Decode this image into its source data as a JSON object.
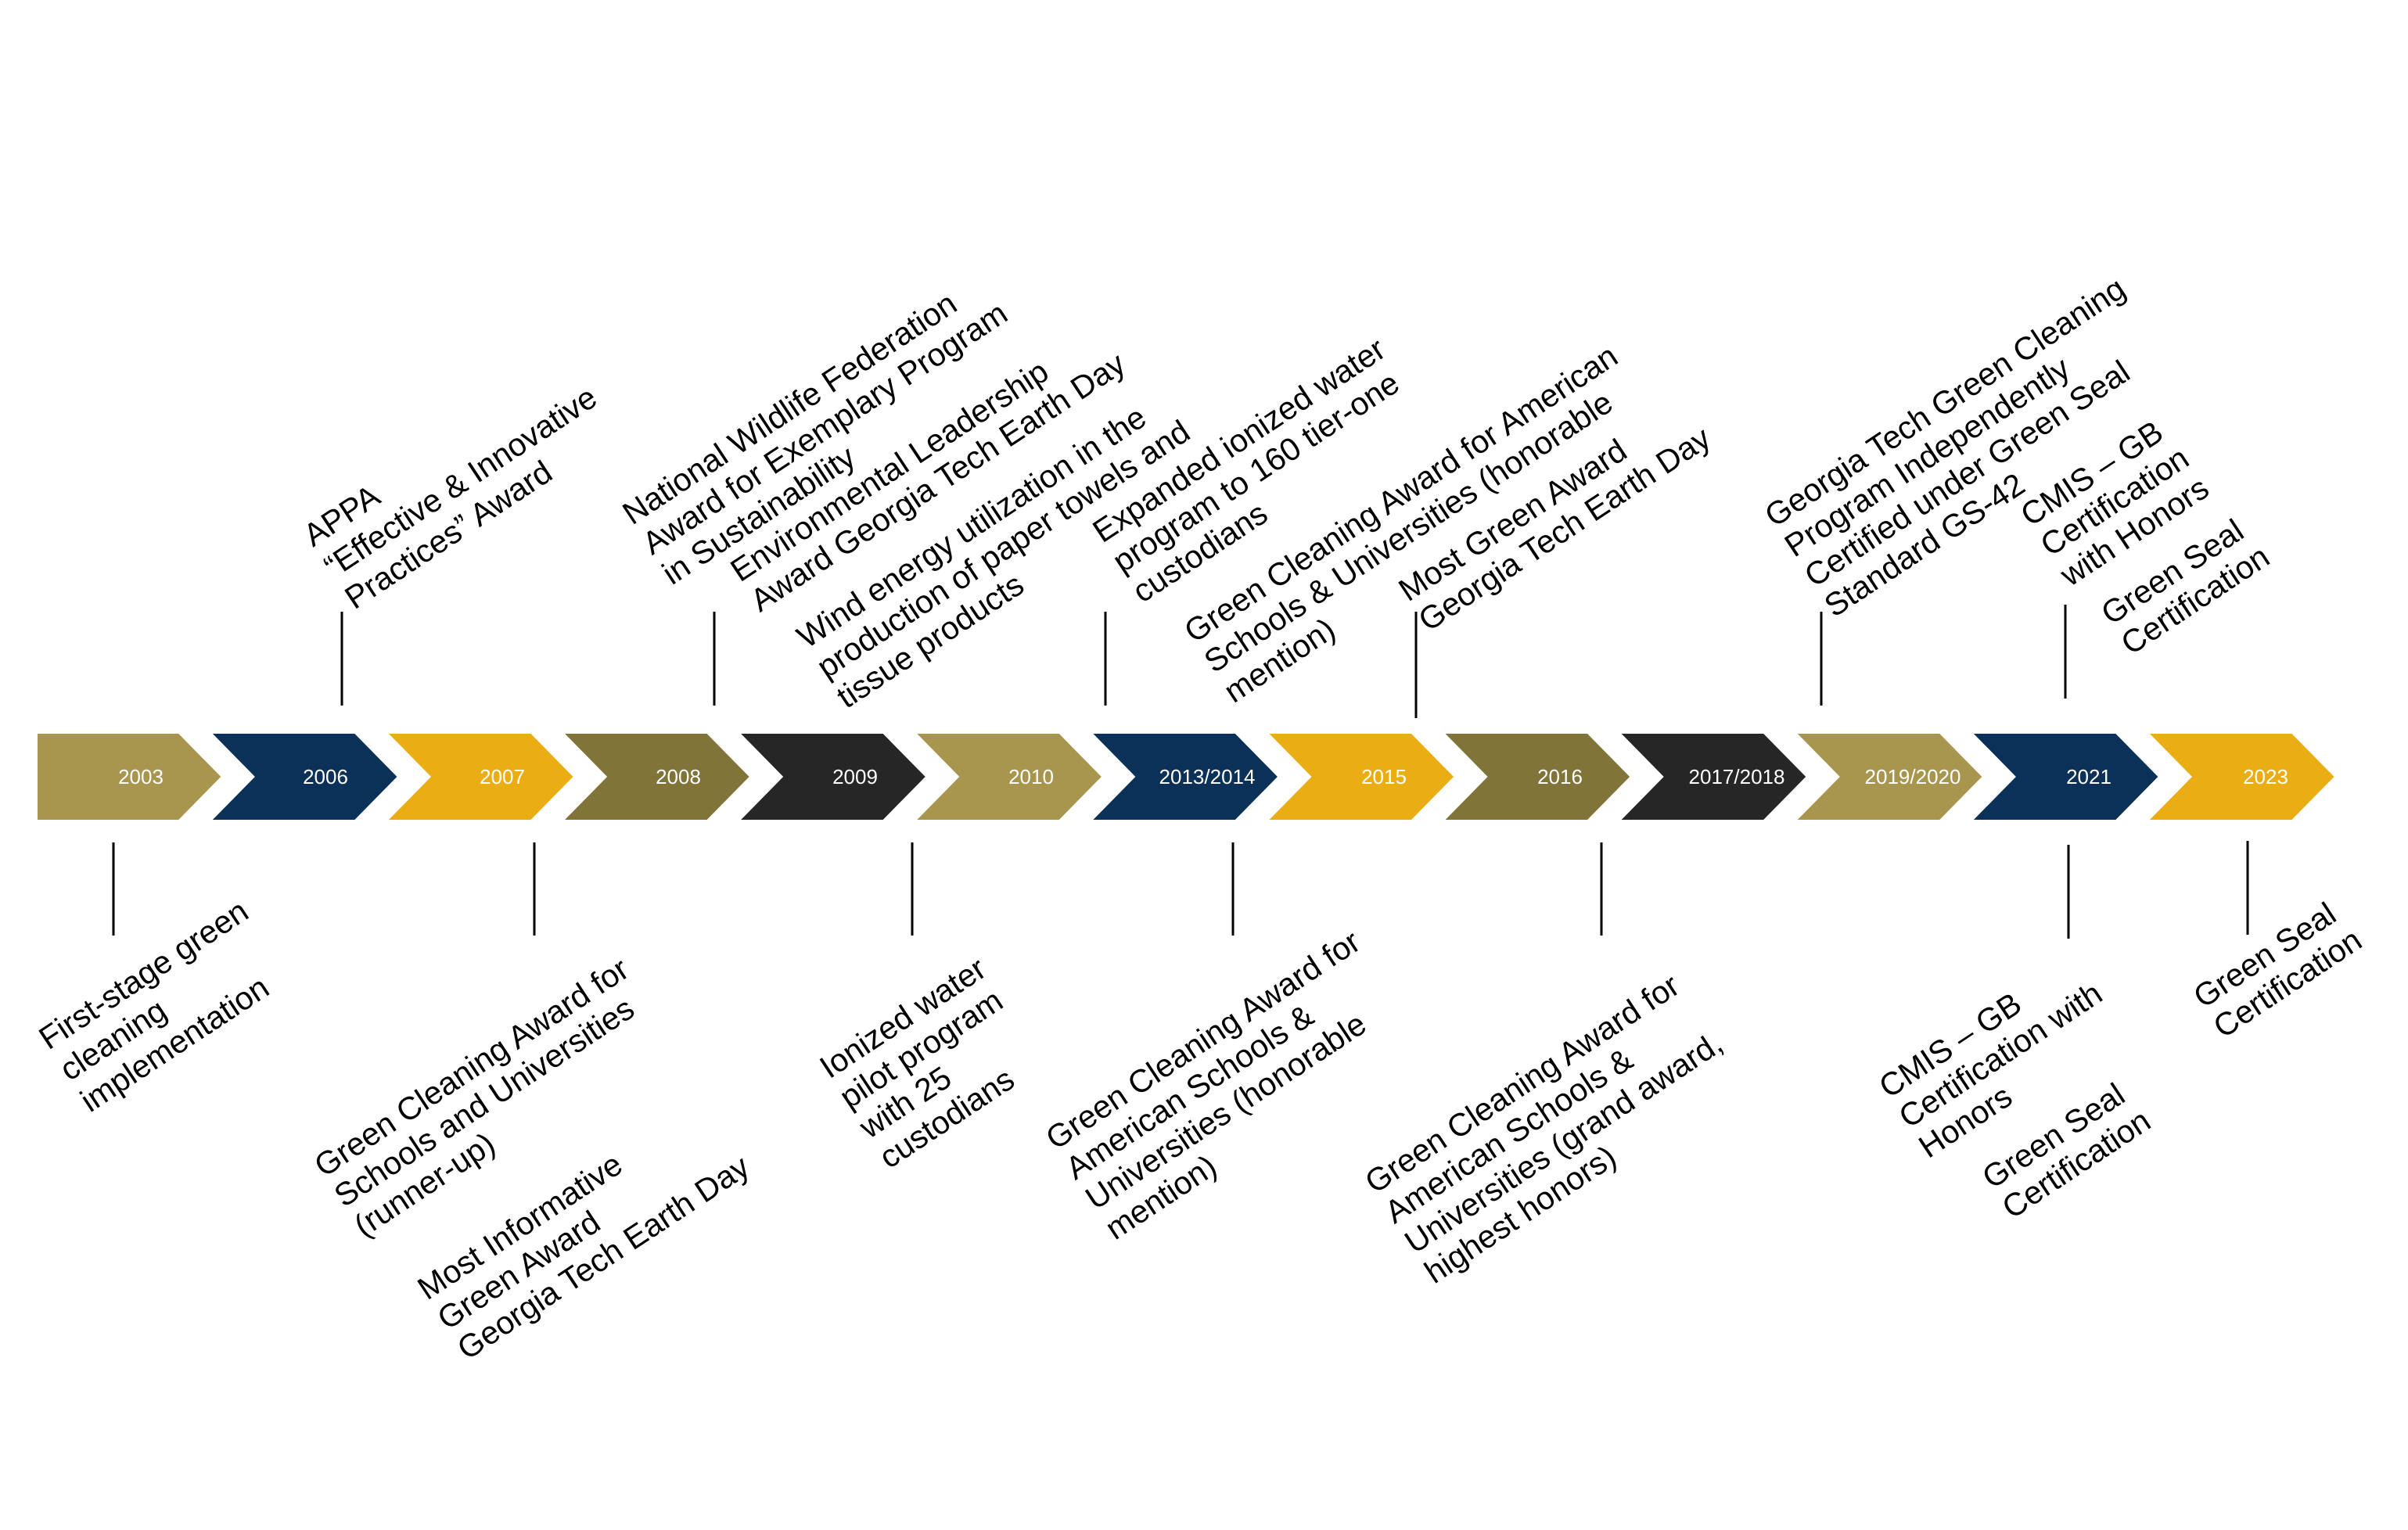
{
  "colors": {
    "gold": "#A8964E",
    "navy": "#0C3158",
    "yellow": "#EBAD14",
    "olive": "#817438",
    "charcoal": "#262626",
    "label_text": "#ffffff",
    "event_text": "#000000"
  },
  "milestones": [
    {
      "year": "2003",
      "color": "gold"
    },
    {
      "year": "2006",
      "color": "navy"
    },
    {
      "year": "2007",
      "color": "yellow"
    },
    {
      "year": "2008",
      "color": "olive"
    },
    {
      "year": "2009",
      "color": "charcoal"
    },
    {
      "year": "2010",
      "color": "gold"
    },
    {
      "year": "2013/2014",
      "color": "navy"
    },
    {
      "year": "2015",
      "color": "yellow"
    },
    {
      "year": "2016",
      "color": "olive"
    },
    {
      "year": "2017/2018",
      "color": "charcoal"
    },
    {
      "year": "2019/2020",
      "color": "gold"
    },
    {
      "year": "2021",
      "color": "navy"
    },
    {
      "year": "2023",
      "color": "yellow"
    }
  ],
  "events_above": [
    {
      "milestone": "2006",
      "lines": [
        "APPA",
        "“Effective & Innovative",
        "Practices” Award"
      ]
    },
    {
      "milestone": "2008",
      "lines": [
        "National Wildlife Federation",
        "Award for Exemplary Program",
        "in Sustainability"
      ]
    },
    {
      "milestone": "2008",
      "lines": [
        "Environmental Leadership",
        "Award Georgia Tech Earth Day"
      ]
    },
    {
      "milestone": "2008",
      "lines": [
        "Wind energy utilization in the",
        "production of paper towels and",
        "tissue products"
      ]
    },
    {
      "milestone": "2013/2014",
      "lines": [
        "Expanded ionized water",
        "program to 160 tier-one",
        "custodians"
      ]
    },
    {
      "milestone": "2013/2014",
      "lines": [
        "Green Cleaning Award for American",
        "Schools & Universities (honorable",
        "mention)"
      ]
    },
    {
      "milestone": "2015",
      "lines": [
        "Most Green Award",
        "Georgia Tech Earth Day"
      ]
    },
    {
      "milestone": "2019/2020",
      "lines": [
        "Georgia Tech Green Cleaning",
        "Program Independently",
        "Certified under Green Seal",
        "Standard GS-42"
      ]
    },
    {
      "milestone": "2021",
      "lines": [
        "CMIS – GB",
        "Certification",
        "with Honors"
      ]
    },
    {
      "milestone": "2021",
      "lines": [
        "Green Seal",
        "Certification"
      ]
    }
  ],
  "events_below": [
    {
      "milestone": "2003",
      "lines": [
        "First-stage green",
        "cleaning",
        "implementation"
      ]
    },
    {
      "milestone": "2007",
      "lines": [
        "Green Cleaning Award for",
        "Schools and Universities",
        "(runner-up)"
      ]
    },
    {
      "milestone": "2007",
      "lines": [
        "Most Informative",
        "Green Award",
        "Georgia Tech Earth Day"
      ]
    },
    {
      "milestone": "2010",
      "lines": [
        "Ionized water",
        "pilot program",
        "with 25",
        "custodians"
      ]
    },
    {
      "milestone": "2013/2014",
      "lines": [
        "Green Cleaning Award for",
        "American Schools &",
        "Universities (honorable",
        "mention)"
      ]
    },
    {
      "milestone": "2016",
      "lines": [
        "Green Cleaning Award for",
        "American Schools &",
        "Universities (grand award,",
        "highest honors)"
      ]
    },
    {
      "milestone": "2021",
      "lines": [
        "CMIS – GB",
        "Certification with",
        "Honors"
      ]
    },
    {
      "milestone": "2021",
      "lines": [
        "Green Seal",
        "Certification"
      ]
    },
    {
      "milestone": "2023",
      "lines": [
        "Green Seal",
        "Certification"
      ]
    }
  ]
}
